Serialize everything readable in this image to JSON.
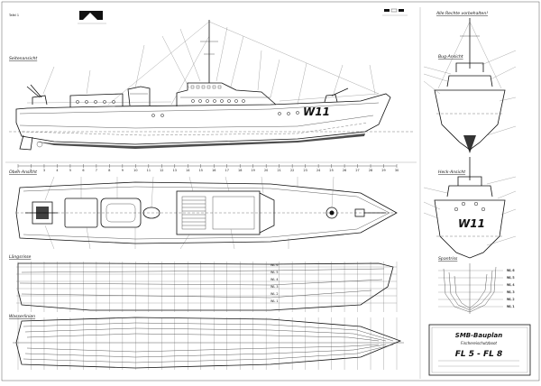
{
  "sheet": {
    "panel_label": "Tafel 1",
    "note_top_right": "Alle Rechte vorbehalten!"
  },
  "views": {
    "side": "Seitenansicht",
    "deck": "Oben-Ansicht",
    "bow": "Bug-Ansicht",
    "stern": "Heck-Ansicht",
    "lines_side": "Längsrisse",
    "waterlines": "Wasserlinien",
    "body_plan": "Spantriss"
  },
  "ship": {
    "registration": "W11"
  },
  "waterlines": [
    "WL 6",
    "WL 5",
    "WL 4",
    "WL 3",
    "WL 2",
    "WL 1"
  ],
  "stations": [
    "1",
    "2",
    "3",
    "4",
    "5",
    "6",
    "7",
    "8",
    "9",
    "10",
    "11",
    "12",
    "13",
    "14",
    "15",
    "16",
    "17",
    "18",
    "19",
    "20",
    "21",
    "22",
    "23",
    "24",
    "25",
    "26",
    "27",
    "28",
    "29",
    "30"
  ],
  "title_block": {
    "line1": "SMB-Bauplan",
    "line2": "Fischereischutzboot",
    "line3": "FL 5 - FL 8"
  }
}
